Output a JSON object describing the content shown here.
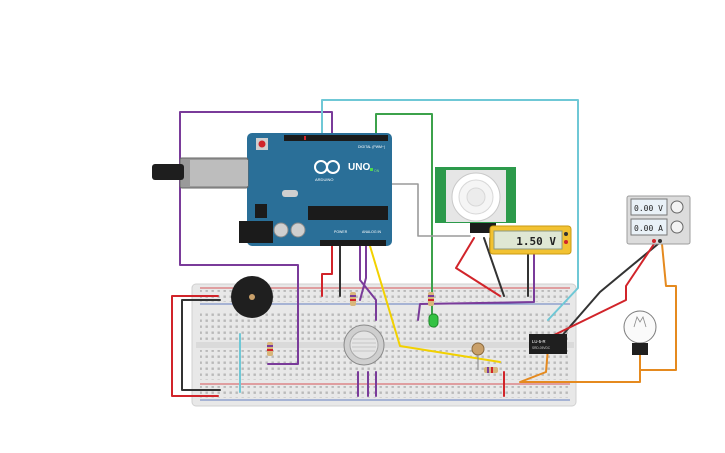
{
  "arduino": {
    "brand": "ARDUINO",
    "model": "UNO",
    "digital_header": "DIGITAL (PWM~)",
    "power_label": "POWER",
    "analog_label": "ANALOG IN",
    "tx": "TX",
    "rx": "RX",
    "on": "ON"
  },
  "multimeter": {
    "reading": "1.50 V"
  },
  "power_supply": {
    "voltage": "0.00 V",
    "current": "0.00 A"
  },
  "relay": {
    "label": "LU-5-R",
    "sublabel": "SRD-05VDC"
  },
  "colors": {
    "arduino_board": "#2a6f98",
    "pir_board": "#2c9a4b",
    "meter_body": "#f2c232",
    "breadboard": "#e6e6e6",
    "wire_red": "#d1242a",
    "wire_black": "#333333",
    "wire_purple": "#7a3b9a",
    "wire_cyan": "#6fc8d6",
    "wire_green": "#3ca24b",
    "wire_yellow": "#f2d100",
    "wire_orange": "#e58a1f",
    "wire_gray": "#9a9a9a"
  }
}
